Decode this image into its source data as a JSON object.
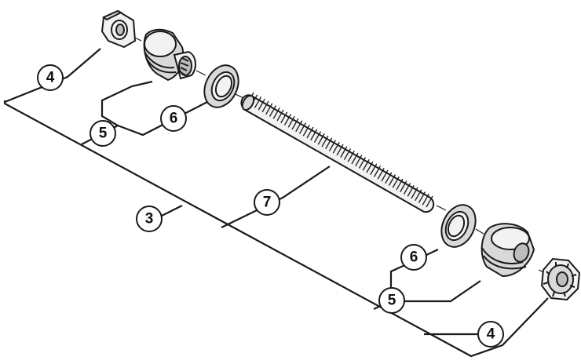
{
  "callouts": [
    {
      "id": "c4-top",
      "label": "4"
    },
    {
      "id": "c5-top",
      "label": "5"
    },
    {
      "id": "c6-top",
      "label": "6"
    },
    {
      "id": "c3",
      "label": "3"
    },
    {
      "id": "c7",
      "label": "7"
    },
    {
      "id": "c6-bottom",
      "label": "6"
    },
    {
      "id": "c5-bottom",
      "label": "5"
    },
    {
      "id": "c4-bottom",
      "label": "4"
    }
  ],
  "parts": {
    "locknut_top": "locknut-left",
    "cone_top": "cone-left",
    "dust_cap_top": "dust-cap-left",
    "axle": "axle",
    "dust_cap_bottom": "dust-cap-right",
    "cone_bottom": "cone-right",
    "locknut_bottom": "locknut-right"
  }
}
